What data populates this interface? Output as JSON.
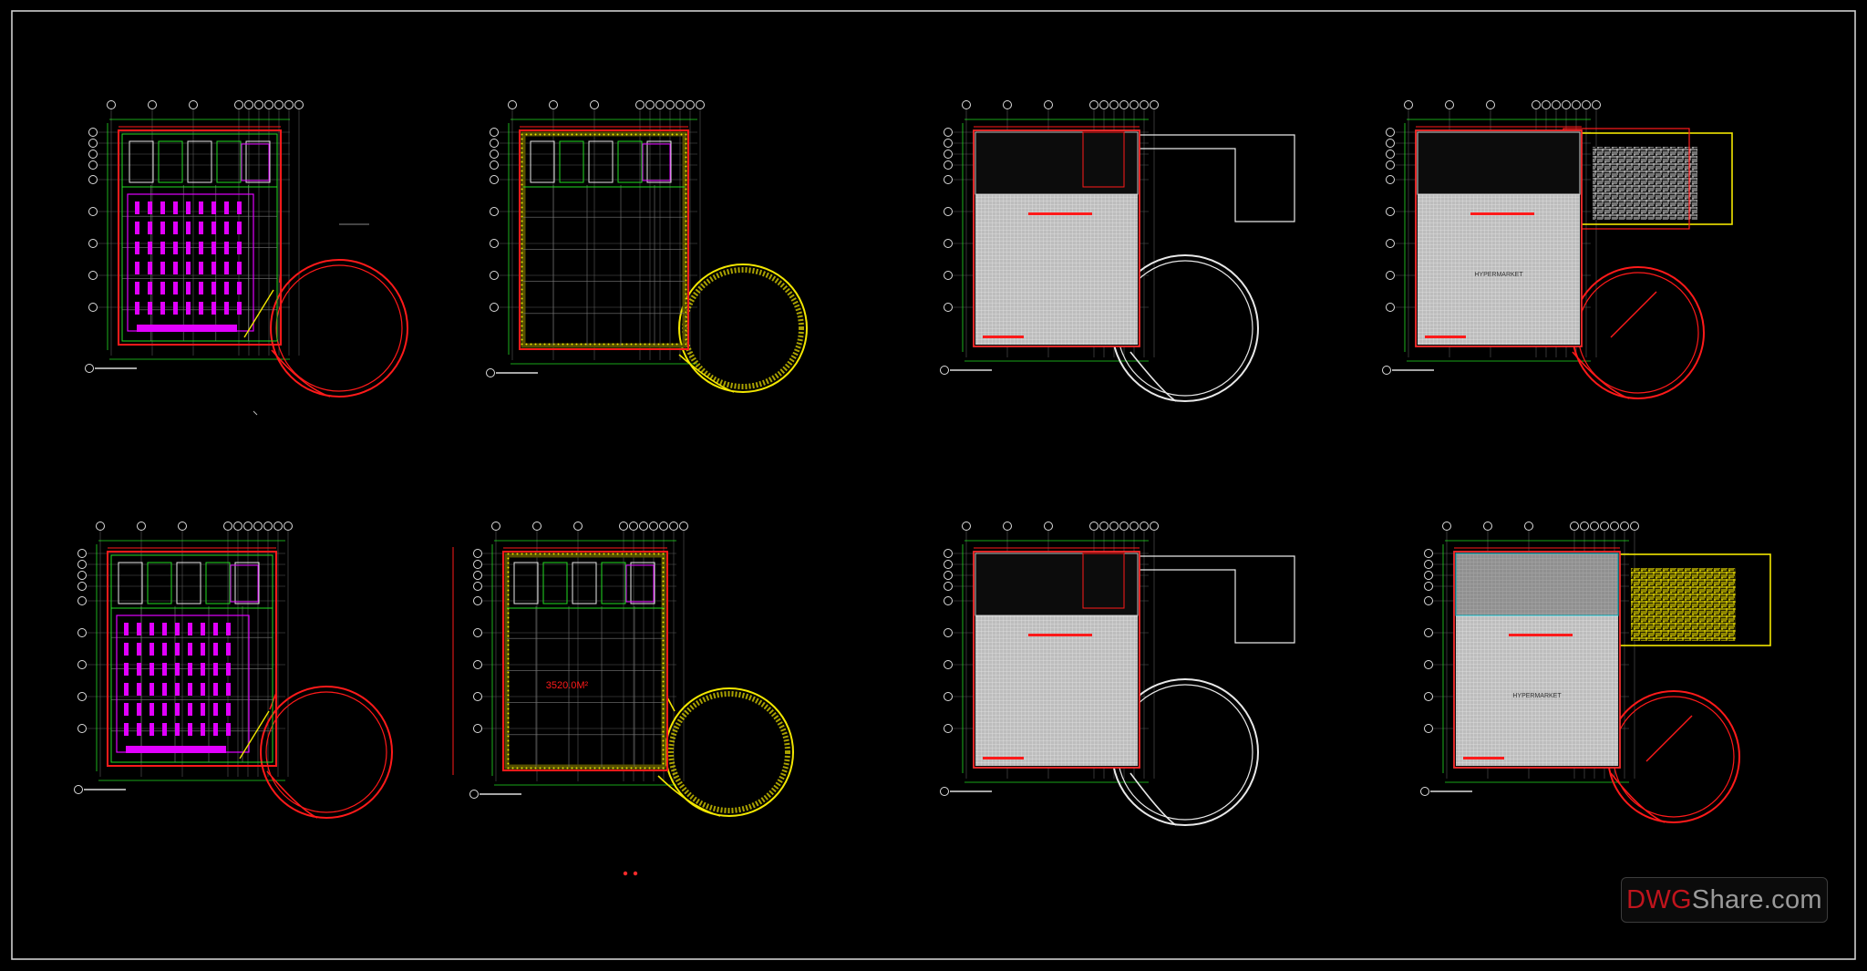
{
  "watermark": {
    "part1": "DWG",
    "part2": "Share.com"
  },
  "labels": {
    "area_text": "3520.0M²",
    "hypermarket": "HYPERMARKET"
  },
  "colors": {
    "background": "#000000",
    "border": "#cfcfcf",
    "wall_red": "#ff1a1a",
    "wall_white": "#e8e8e8",
    "grid_green": "#22dd22",
    "accent_yellow": "#f2e600",
    "seating_magenta": "#e100ff",
    "hatch_gray": "#c6c6c6",
    "cyan": "#1ed6e6"
  },
  "plans": [
    {
      "id": "plan-1",
      "arc": "red",
      "fill": "seating"
    },
    {
      "id": "plan-2",
      "arc": "yellow",
      "fill": "grid"
    },
    {
      "id": "plan-3",
      "arc": "white",
      "fill": "hatched"
    },
    {
      "id": "plan-4",
      "arc": "red",
      "fill": "hatched-hypermarket"
    },
    {
      "id": "plan-5",
      "arc": "red",
      "fill": "seating"
    },
    {
      "id": "plan-6",
      "arc": "yellow",
      "fill": "grid-area"
    },
    {
      "id": "plan-7",
      "arc": "white",
      "fill": "hatched"
    },
    {
      "id": "plan-8",
      "arc": "red",
      "fill": "hatched-hypermarket"
    }
  ]
}
